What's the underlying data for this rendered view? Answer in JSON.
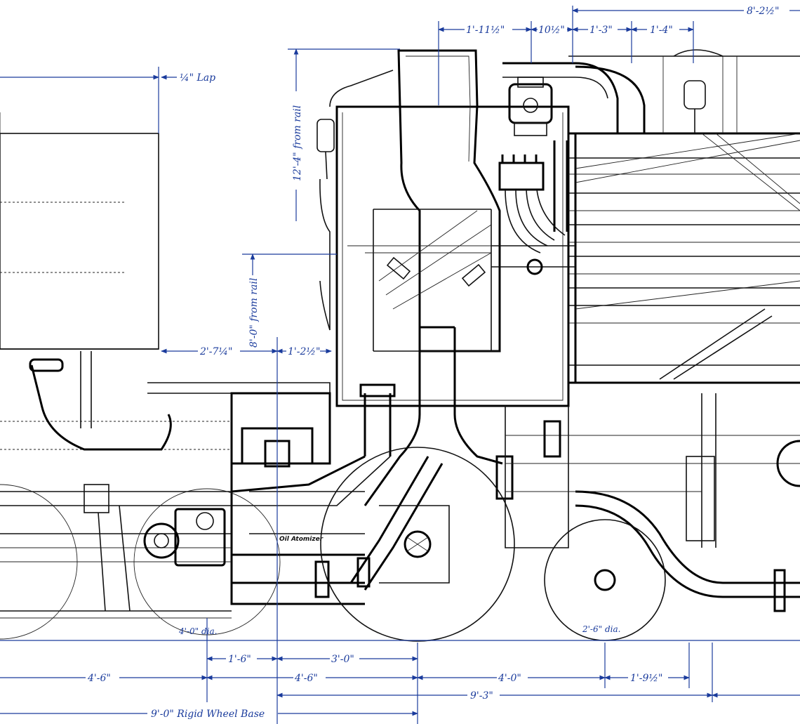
{
  "drawing": {
    "labels": {
      "lap": "¼\" Lap",
      "height_total": "12'-4\" from rail",
      "height_mid": "8'-0\" from rail",
      "top_right": "8'-2½\"",
      "top_a": "1'-11½\"",
      "top_b": "10½\"",
      "top_c": "1'-3\"",
      "top_d": "1'-4\"",
      "mid_a": "2'-7¼\"",
      "mid_b": "1'-2½\"",
      "wheel_big": "4'-0\" dia.",
      "wheel_small": "2'-6\" dia.",
      "oil_note": "Oil Atomizer",
      "bot_a": "1'-6\"",
      "bot_b": "3'-0\"",
      "bot_c": "4'-6\"",
      "bot_d": "4'-6\"",
      "bot_e": "4'-0\"",
      "bot_f": "1'-9½\"",
      "bot_g": "9'-3\"",
      "bot_h": "9'-0\"  Rigid Wheel Base"
    }
  }
}
